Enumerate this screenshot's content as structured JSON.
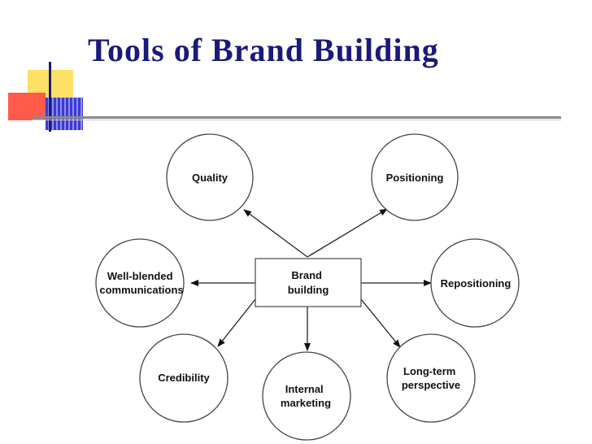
{
  "title": "Tools of Brand Building",
  "colors": {
    "title": "#1a1a7a",
    "deco_yellow": "#ffe066",
    "deco_red": "#ff5a4a",
    "deco_blue": "#3a3ad8"
  },
  "diagram": {
    "center": {
      "lines": [
        "Brand",
        "building"
      ]
    },
    "nodes": {
      "quality": {
        "lines": [
          "Quality"
        ]
      },
      "positioning": {
        "lines": [
          "Positioning"
        ]
      },
      "well_blended": {
        "lines": [
          "Well-blended",
          "communications"
        ]
      },
      "repositioning": {
        "lines": [
          "Repositioning"
        ]
      },
      "credibility": {
        "lines": [
          "Credibility"
        ]
      },
      "internal_marketing": {
        "lines": [
          "Internal",
          "marketing"
        ]
      },
      "long_term": {
        "lines": [
          "Long-term",
          "perspective"
        ]
      }
    }
  }
}
